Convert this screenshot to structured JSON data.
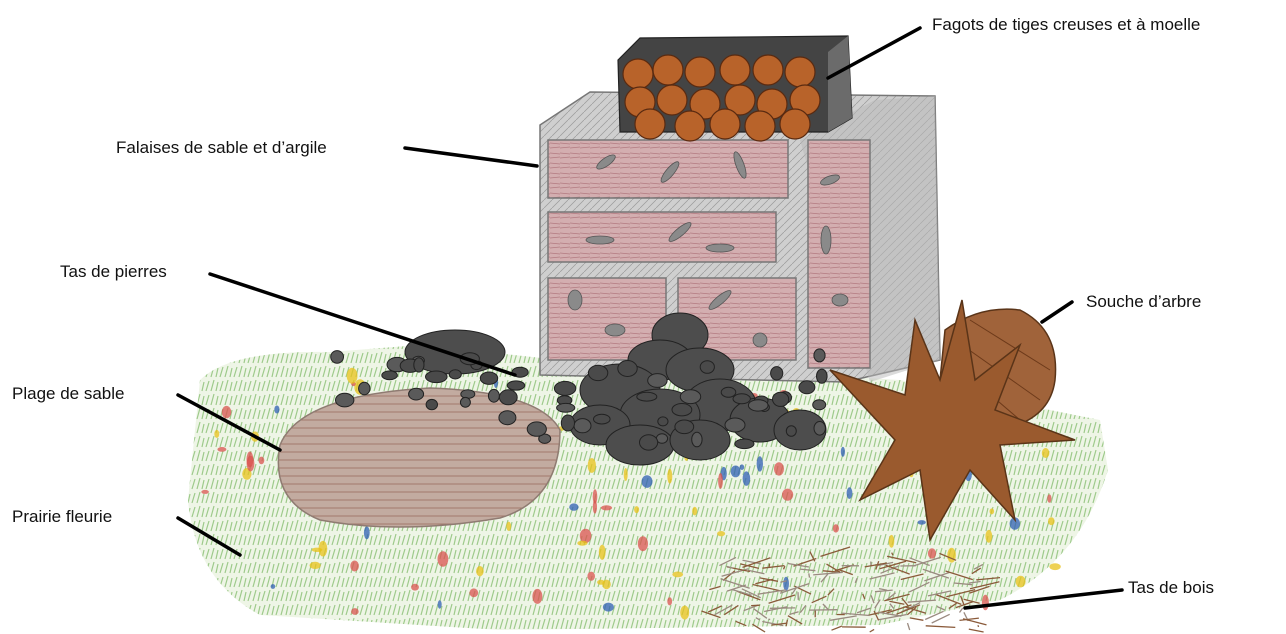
{
  "labels": {
    "fagots": "Fagots de tiges creuses et à moelle",
    "falaises": "Falaises de sable et d’argile",
    "pierres": "Tas de pierres",
    "souche": "Souche d’arbre",
    "plage": "Plage de sable",
    "prairie": "Prairie fleurie",
    "bois": "Tas de bois"
  },
  "colors": {
    "meadow_green": "#8fc27a",
    "flower_yellow": "#e8c21a",
    "flower_red": "#d9534f",
    "flower_blue": "#2f5fb3",
    "sand_beach": "#b59a8e",
    "brick_pink": "#c9949a",
    "wall_grey": "#bdbdbd",
    "stone_dark": "#4a4a4a",
    "stump_brown": "#9a5a2e",
    "fagot_orange": "#b8632a"
  }
}
